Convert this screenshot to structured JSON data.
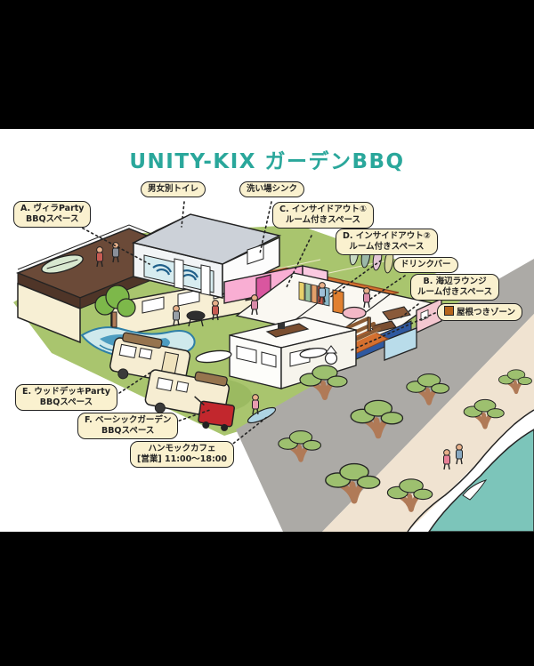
{
  "title": "UNITY-KIX ガーデンBBQ",
  "labels": {
    "toilet": {
      "lines": [
        "男女別トイレ"
      ]
    },
    "sink": {
      "lines": [
        "洗い場シンク"
      ]
    },
    "a": {
      "lines": [
        "A. ヴィラParty",
        "BBQスペース"
      ]
    },
    "c": {
      "lines": [
        "C. インサイドアウト①",
        "ルーム付きスペース"
      ]
    },
    "d": {
      "lines": [
        "D. インサイドアウト②",
        "ルーム付きスペース"
      ]
    },
    "drink": {
      "lines": [
        "ドリンクバー"
      ]
    },
    "b": {
      "lines": [
        "B. 海辺ラウンジ",
        "ルーム付きスペース"
      ]
    },
    "roofed": {
      "lines": [
        "屋根つきゾーン"
      ],
      "icon": "roofed-zone-swatch",
      "icon_color": "#b5651d"
    },
    "e": {
      "lines": [
        "E. ウッドデッキParty",
        "BBQスペース"
      ]
    },
    "f": {
      "lines": [
        "F. ベーシックガーデン",
        "BBQスペース"
      ]
    },
    "cafe": {
      "lines": [
        "ハンモックカフェ",
        "[営業] 11:00〜18:00"
      ]
    }
  },
  "colors": {
    "title_teal": "#2aa79b",
    "label_bg": "#faf1cf",
    "ink": "#232323",
    "lawn": "#a9c56e",
    "road_gray": "#acaaa6",
    "sand": "#f0e3d1",
    "sea_teal": "#7cc5ba",
    "brick_orange": "#d4702f",
    "roof_brown": "#6b4a38",
    "wall_cream": "#f7efd4",
    "toilet_roof_gray": "#ccd1d8",
    "pink_wall": "#f9aed3",
    "navy_pool_edge": "#2f59a0",
    "pine_green": "#9dc06f",
    "trunk_brown": "#b07a57",
    "red_cart": "#c2272d",
    "roofed_zone_swatch": "#b5651d"
  }
}
